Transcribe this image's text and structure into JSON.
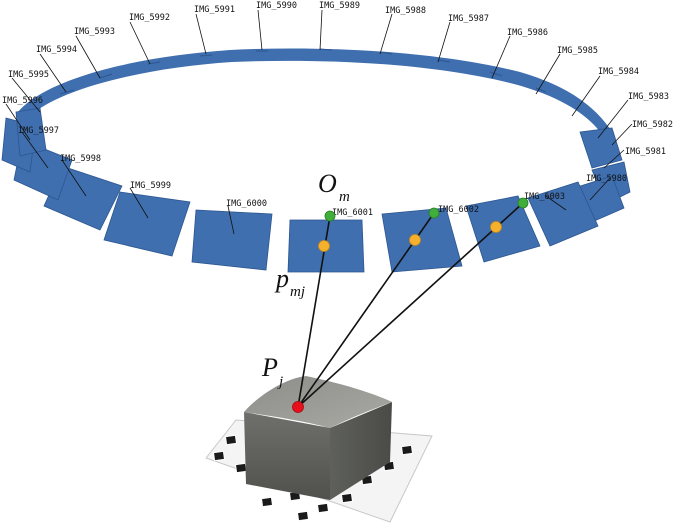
{
  "cameras": [
    {
      "label": "IMG_5980"
    },
    {
      "label": "IMG_5981"
    },
    {
      "label": "IMG_5982"
    },
    {
      "label": "IMG_5983"
    },
    {
      "label": "IMG_5984"
    },
    {
      "label": "IMG_5985"
    },
    {
      "label": "IMG_5986"
    },
    {
      "label": "IMG_5987"
    },
    {
      "label": "IMG_5988"
    },
    {
      "label": "IMG_5989"
    },
    {
      "label": "IMG_5990"
    },
    {
      "label": "IMG_5991"
    },
    {
      "label": "IMG_5992"
    },
    {
      "label": "IMG_5993"
    },
    {
      "label": "IMG_5994"
    },
    {
      "label": "IMG_5995"
    },
    {
      "label": "IMG_5996"
    },
    {
      "label": "IMG_5997"
    },
    {
      "label": "IMG_5998"
    },
    {
      "label": "IMG_5999"
    },
    {
      "label": "IMG_6000"
    },
    {
      "label": "IMG_6001"
    },
    {
      "label": "IMG_6002"
    },
    {
      "label": "IMG_6003"
    }
  ],
  "symbols": {
    "camera_center": {
      "base": "O",
      "sub": "m"
    },
    "image_point": {
      "base": "p",
      "sub": "mj"
    },
    "object_point": {
      "base": "P",
      "sub": "j"
    }
  },
  "colors": {
    "camera_plane": "#3f6faf",
    "camera_plane_edge": "#2c5690",
    "camera_center": "#3fae3a",
    "image_point": "#f5b12e",
    "object_point": "#e8101a",
    "marker_board": "#f4f4f4"
  }
}
